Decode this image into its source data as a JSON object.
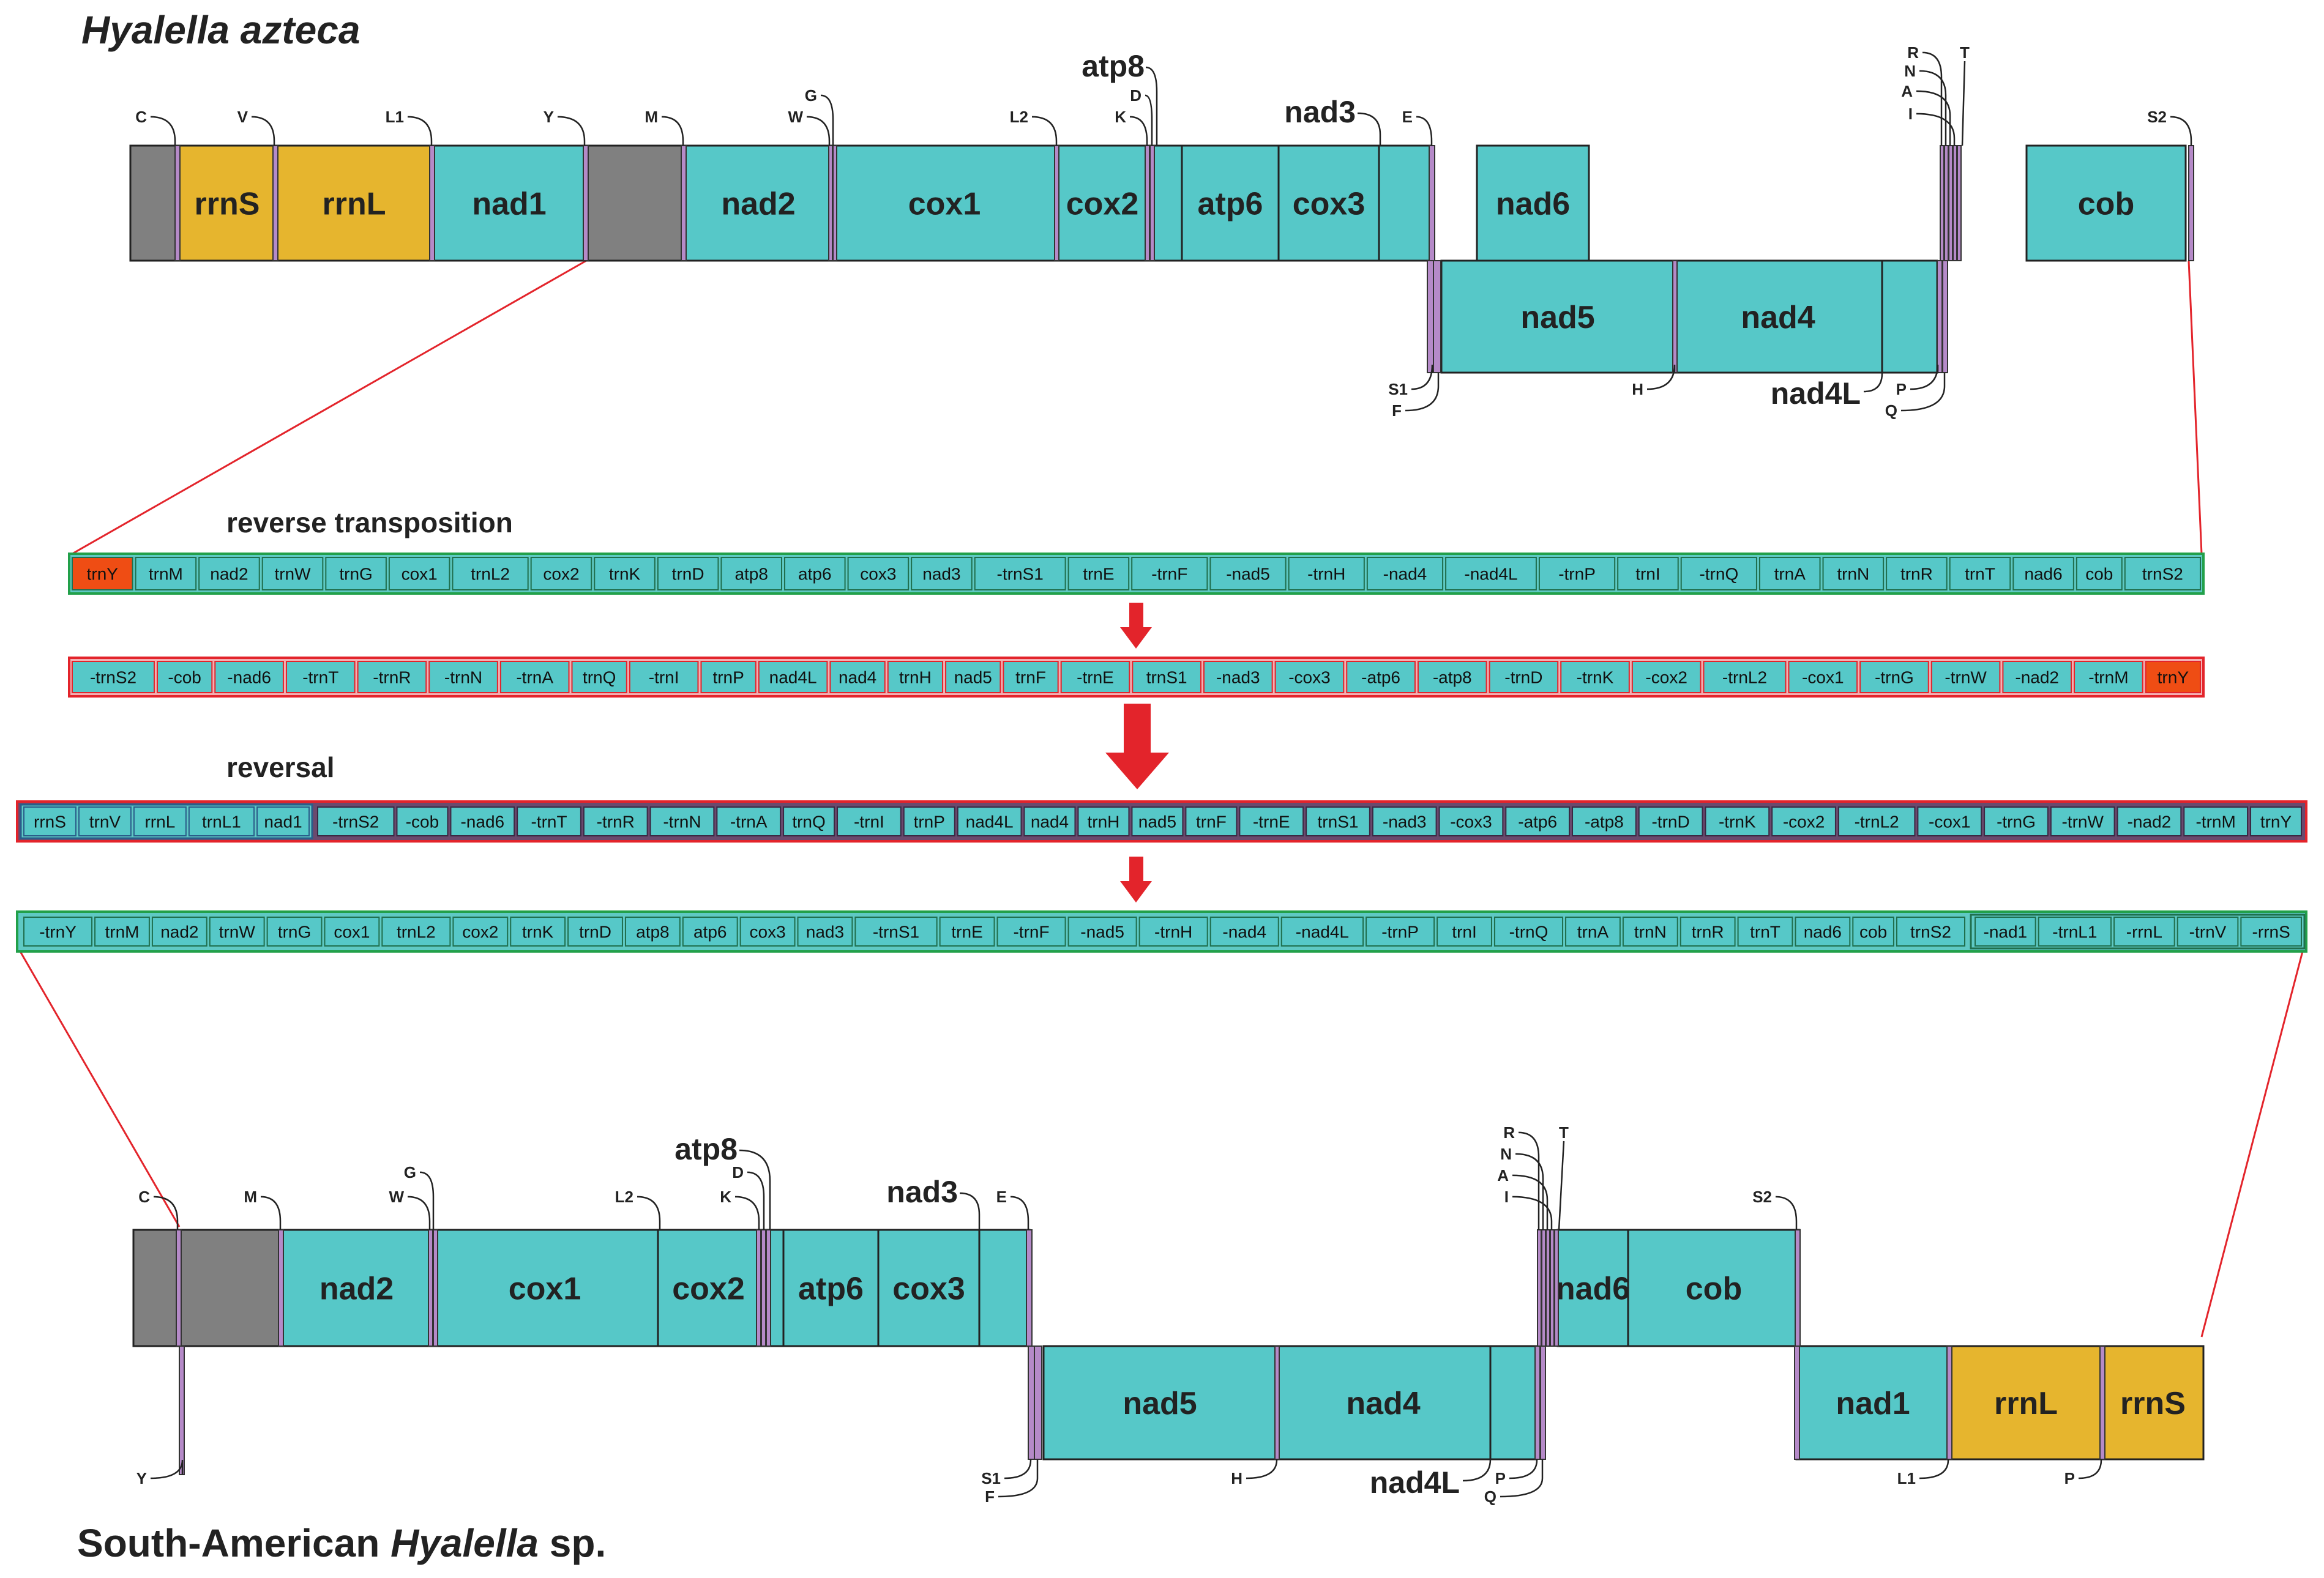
{
  "colors": {
    "protein": "#56c8c8",
    "rrna": "#e6b52e",
    "noncoding": "#808080",
    "trna": "#b58ac8",
    "row_outline_green": "#22a04a",
    "row_outline_red": "#e3242b",
    "highlight": "#ef4d14",
    "arrow": "#e3242b",
    "row_band_dark": "#6a4a6e",
    "row_band_teal": "#5fc9c4"
  },
  "titles": {
    "top_species": "Hyalella azteca",
    "bottom_prefix": "South-American ",
    "bottom_italic": "Hyalella",
    "bottom_suffix": " sp."
  },
  "sections": {
    "reverse_transposition": "reverse transposition",
    "reversal": "reversal"
  },
  "top_map": {
    "top_strand": [
      {
        "label": "",
        "kind": "noncoding"
      },
      {
        "label": "rrnS",
        "kind": "rrna"
      },
      {
        "label": "rrnL",
        "kind": "rrna"
      },
      {
        "label": "nad1",
        "kind": "protein"
      },
      {
        "label": "",
        "kind": "noncoding"
      },
      {
        "label": "nad2",
        "kind": "protein"
      },
      {
        "label": "cox1",
        "kind": "protein"
      },
      {
        "label": "cox2",
        "kind": "protein"
      },
      {
        "label": "",
        "kind": "protein"
      },
      {
        "label": "atp6",
        "kind": "protein"
      },
      {
        "label": "cox3",
        "kind": "protein"
      },
      {
        "label": "",
        "kind": "protein"
      },
      {
        "label": "nad6",
        "kind": "protein"
      },
      {
        "label": "cob",
        "kind": "protein"
      }
    ],
    "bottom_strand": [
      {
        "label": "nad5",
        "kind": "protein"
      },
      {
        "label": "nad4",
        "kind": "protein"
      },
      {
        "label": "",
        "kind": "protein"
      }
    ],
    "trna_above": [
      "C",
      "V",
      "L1",
      "Y",
      "M",
      "G",
      "W",
      "L2",
      "K",
      "D",
      "E",
      "S2",
      "R",
      "N",
      "A",
      "I",
      "T"
    ],
    "trna_below": [
      "S1",
      "F",
      "H",
      "P",
      "Q"
    ],
    "big_labels": [
      "atp8",
      "nad3",
      "nad4L"
    ]
  },
  "rows": {
    "row1": [
      "trnY",
      "trnM",
      "nad2",
      "trnW",
      "trnG",
      "cox1",
      "trnL2",
      "cox2",
      "trnK",
      "trnD",
      "atp8",
      "atp6",
      "cox3",
      "nad3",
      "-trnS1",
      "trnE",
      "-trnF",
      "-nad5",
      "-trnH",
      "-nad4",
      "-nad4L",
      "-trnP",
      "trnI",
      "-trnQ",
      "trnA",
      "trnN",
      "trnR",
      "trnT",
      "nad6",
      "cob",
      "trnS2"
    ],
    "row2": [
      "-trnS2",
      "-cob",
      "-nad6",
      "-trnT",
      "-trnR",
      "-trnN",
      "-trnA",
      "trnQ",
      "-trnI",
      "trnP",
      "nad4L",
      "nad4",
      "trnH",
      "nad5",
      "trnF",
      "-trnE",
      "trnS1",
      "-nad3",
      "-cox3",
      "-atp6",
      "-atp8",
      "-trnD",
      "-trnK",
      "-cox2",
      "-trnL2",
      "-cox1",
      "-trnG",
      "-trnW",
      "-nad2",
      "-trnM",
      "trnY"
    ],
    "row3_left": [
      "rrnS",
      "trnV",
      "rrnL",
      "trnL1",
      "nad1"
    ],
    "row3_right": [
      "-trnS2",
      "-cob",
      "-nad6",
      "-trnT",
      "-trnR",
      "-trnN",
      "-trnA",
      "trnQ",
      "-trnI",
      "trnP",
      "nad4L",
      "nad4",
      "trnH",
      "nad5",
      "trnF",
      "-trnE",
      "trnS1",
      "-nad3",
      "-cox3",
      "-atp6",
      "-atp8",
      "-trnD",
      "-trnK",
      "-cox2",
      "-trnL2",
      "-cox1",
      "-trnG",
      "-trnW",
      "-nad2",
      "-trnM",
      "trnY"
    ],
    "row4_left": [
      "-trnY",
      "trnM",
      "nad2",
      "trnW",
      "trnG",
      "cox1",
      "trnL2",
      "cox2",
      "trnK",
      "trnD",
      "atp8",
      "atp6",
      "cox3",
      "nad3",
      "-trnS1",
      "trnE",
      "-trnF",
      "-nad5",
      "-trnH",
      "-nad4",
      "-nad4L",
      "-trnP",
      "trnI",
      "-trnQ",
      "trnA",
      "trnN",
      "trnR",
      "trnT",
      "nad6",
      "cob",
      "trnS2"
    ],
    "row4_right": [
      "-nad1",
      "-trnL1",
      "-rrnL",
      "-trnV",
      "-rrnS"
    ]
  },
  "bottom_map": {
    "top_strand": [
      {
        "label": "",
        "kind": "noncoding"
      },
      {
        "label": "",
        "kind": "noncoding"
      },
      {
        "label": "nad2",
        "kind": "protein"
      },
      {
        "label": "cox1",
        "kind": "protein"
      },
      {
        "label": "cox2",
        "kind": "protein"
      },
      {
        "label": "",
        "kind": "protein"
      },
      {
        "label": "atp6",
        "kind": "protein"
      },
      {
        "label": "cox3",
        "kind": "protein"
      },
      {
        "label": "",
        "kind": "protein"
      },
      {
        "label": "nad6",
        "kind": "protein"
      },
      {
        "label": "cob",
        "kind": "protein"
      }
    ],
    "bottom_strand": [
      {
        "label": "nad5",
        "kind": "protein"
      },
      {
        "label": "nad4",
        "kind": "protein"
      },
      {
        "label": "",
        "kind": "protein"
      },
      {
        "label": "nad1",
        "kind": "protein"
      },
      {
        "label": "rrnL",
        "kind": "rrna"
      },
      {
        "label": "rrnS",
        "kind": "rrna"
      }
    ],
    "trna_above": [
      "C",
      "M",
      "G",
      "W",
      "L2",
      "K",
      "D",
      "E",
      "S2",
      "R",
      "N",
      "A",
      "I",
      "T"
    ],
    "trna_below": [
      "Y",
      "S1",
      "F",
      "H",
      "P",
      "Q",
      "L1",
      "P"
    ],
    "big_labels": [
      "atp8",
      "nad3",
      "nad4L"
    ]
  }
}
